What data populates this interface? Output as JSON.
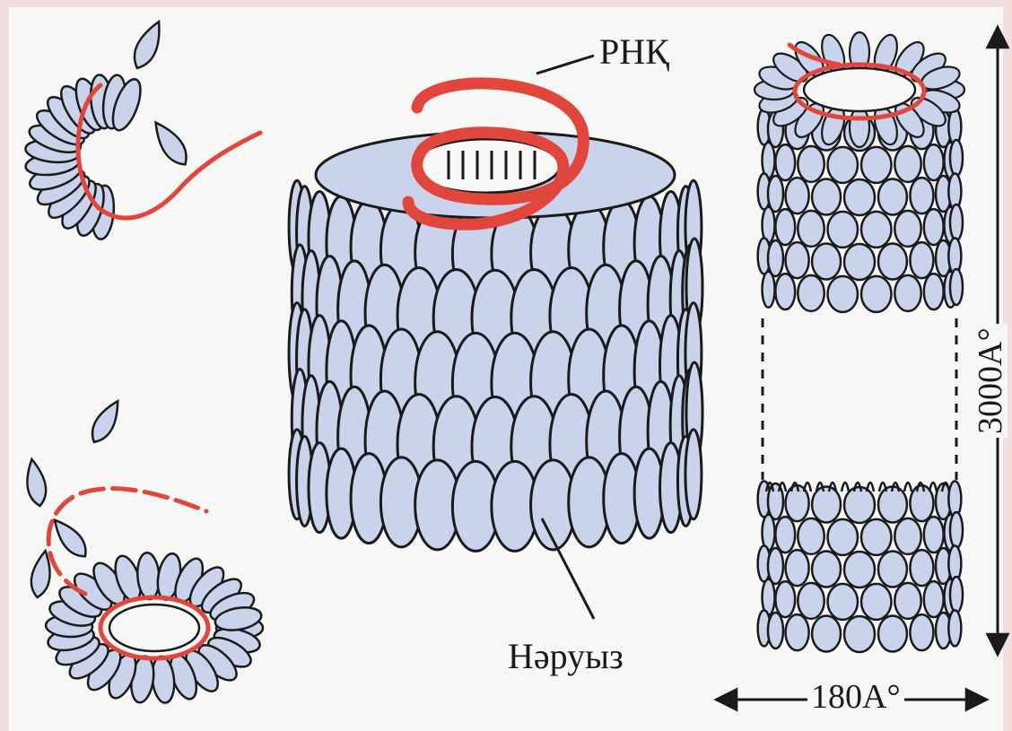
{
  "diagram": {
    "labels": {
      "rna": "РНҚ",
      "protein": "Нәруыз",
      "length": "3000А°",
      "width": "180А°"
    },
    "colors": {
      "subunit_fill": "#c9d4ec",
      "outline": "#1a1a1a",
      "rna_strand": "#e0463c",
      "background": "#f7f7f6",
      "frame": "#f3dede"
    },
    "icons": [
      "arrow-double-vertical-icon",
      "arrow-double-horizontal-icon"
    ]
  }
}
